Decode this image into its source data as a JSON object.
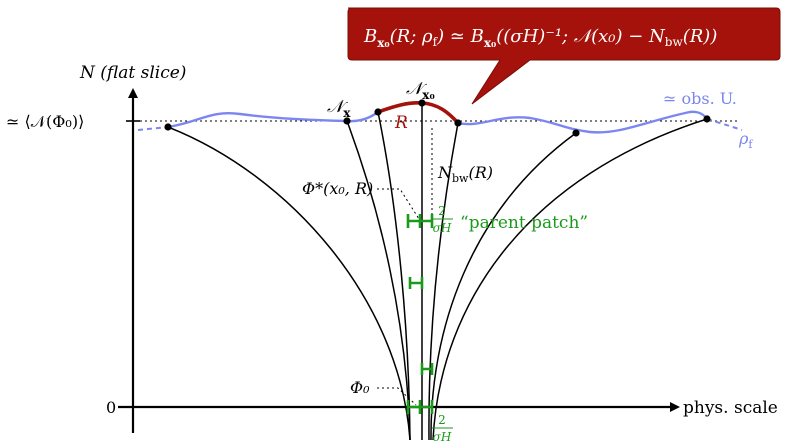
{
  "colors": {
    "axis": "#000000",
    "curve": "#000000",
    "slice": "#7b86f0",
    "patch": "#1a9a1a",
    "highlight": "#a4120b",
    "callout_bg": "#a4120b",
    "callout_text": "#ffffff"
  },
  "axes": {
    "y_label": "N (flat slice)",
    "x_label": "phys. scale",
    "y_tick_mean": "≃ ⟨𝒩(Φ₀)⟩",
    "y_tick_zero": "0"
  },
  "labels": {
    "N_x": "𝒩",
    "N_x_sub": "x",
    "N_x0": "𝒩",
    "N_x0_sub": "x₀",
    "R": "R",
    "Phi_star": "Φ*(x₀, R)",
    "Phi_0": "Φ₀",
    "N_bw": "N",
    "N_bw_sub": "bw",
    "N_bw_arg": "(R)",
    "obs_u": "≃ obs. U.",
    "rho_f": "ρ",
    "rho_f_sub": "f",
    "parent_patch": "“parent patch”",
    "frac_num": "2",
    "frac_den": "σH"
  },
  "callout": {
    "lhs": "B",
    "lhs_sub": "x₀",
    "lhs_args": "(R; ρ",
    "lhs_args_sub": "f",
    "relation": ") ≃ B",
    "rhs_sub": "x₀",
    "rhs_args": "((σH)⁻¹; 𝒩(x₀) − N",
    "rhs_args_sub": "bw",
    "rhs_tail": "(R))"
  }
}
